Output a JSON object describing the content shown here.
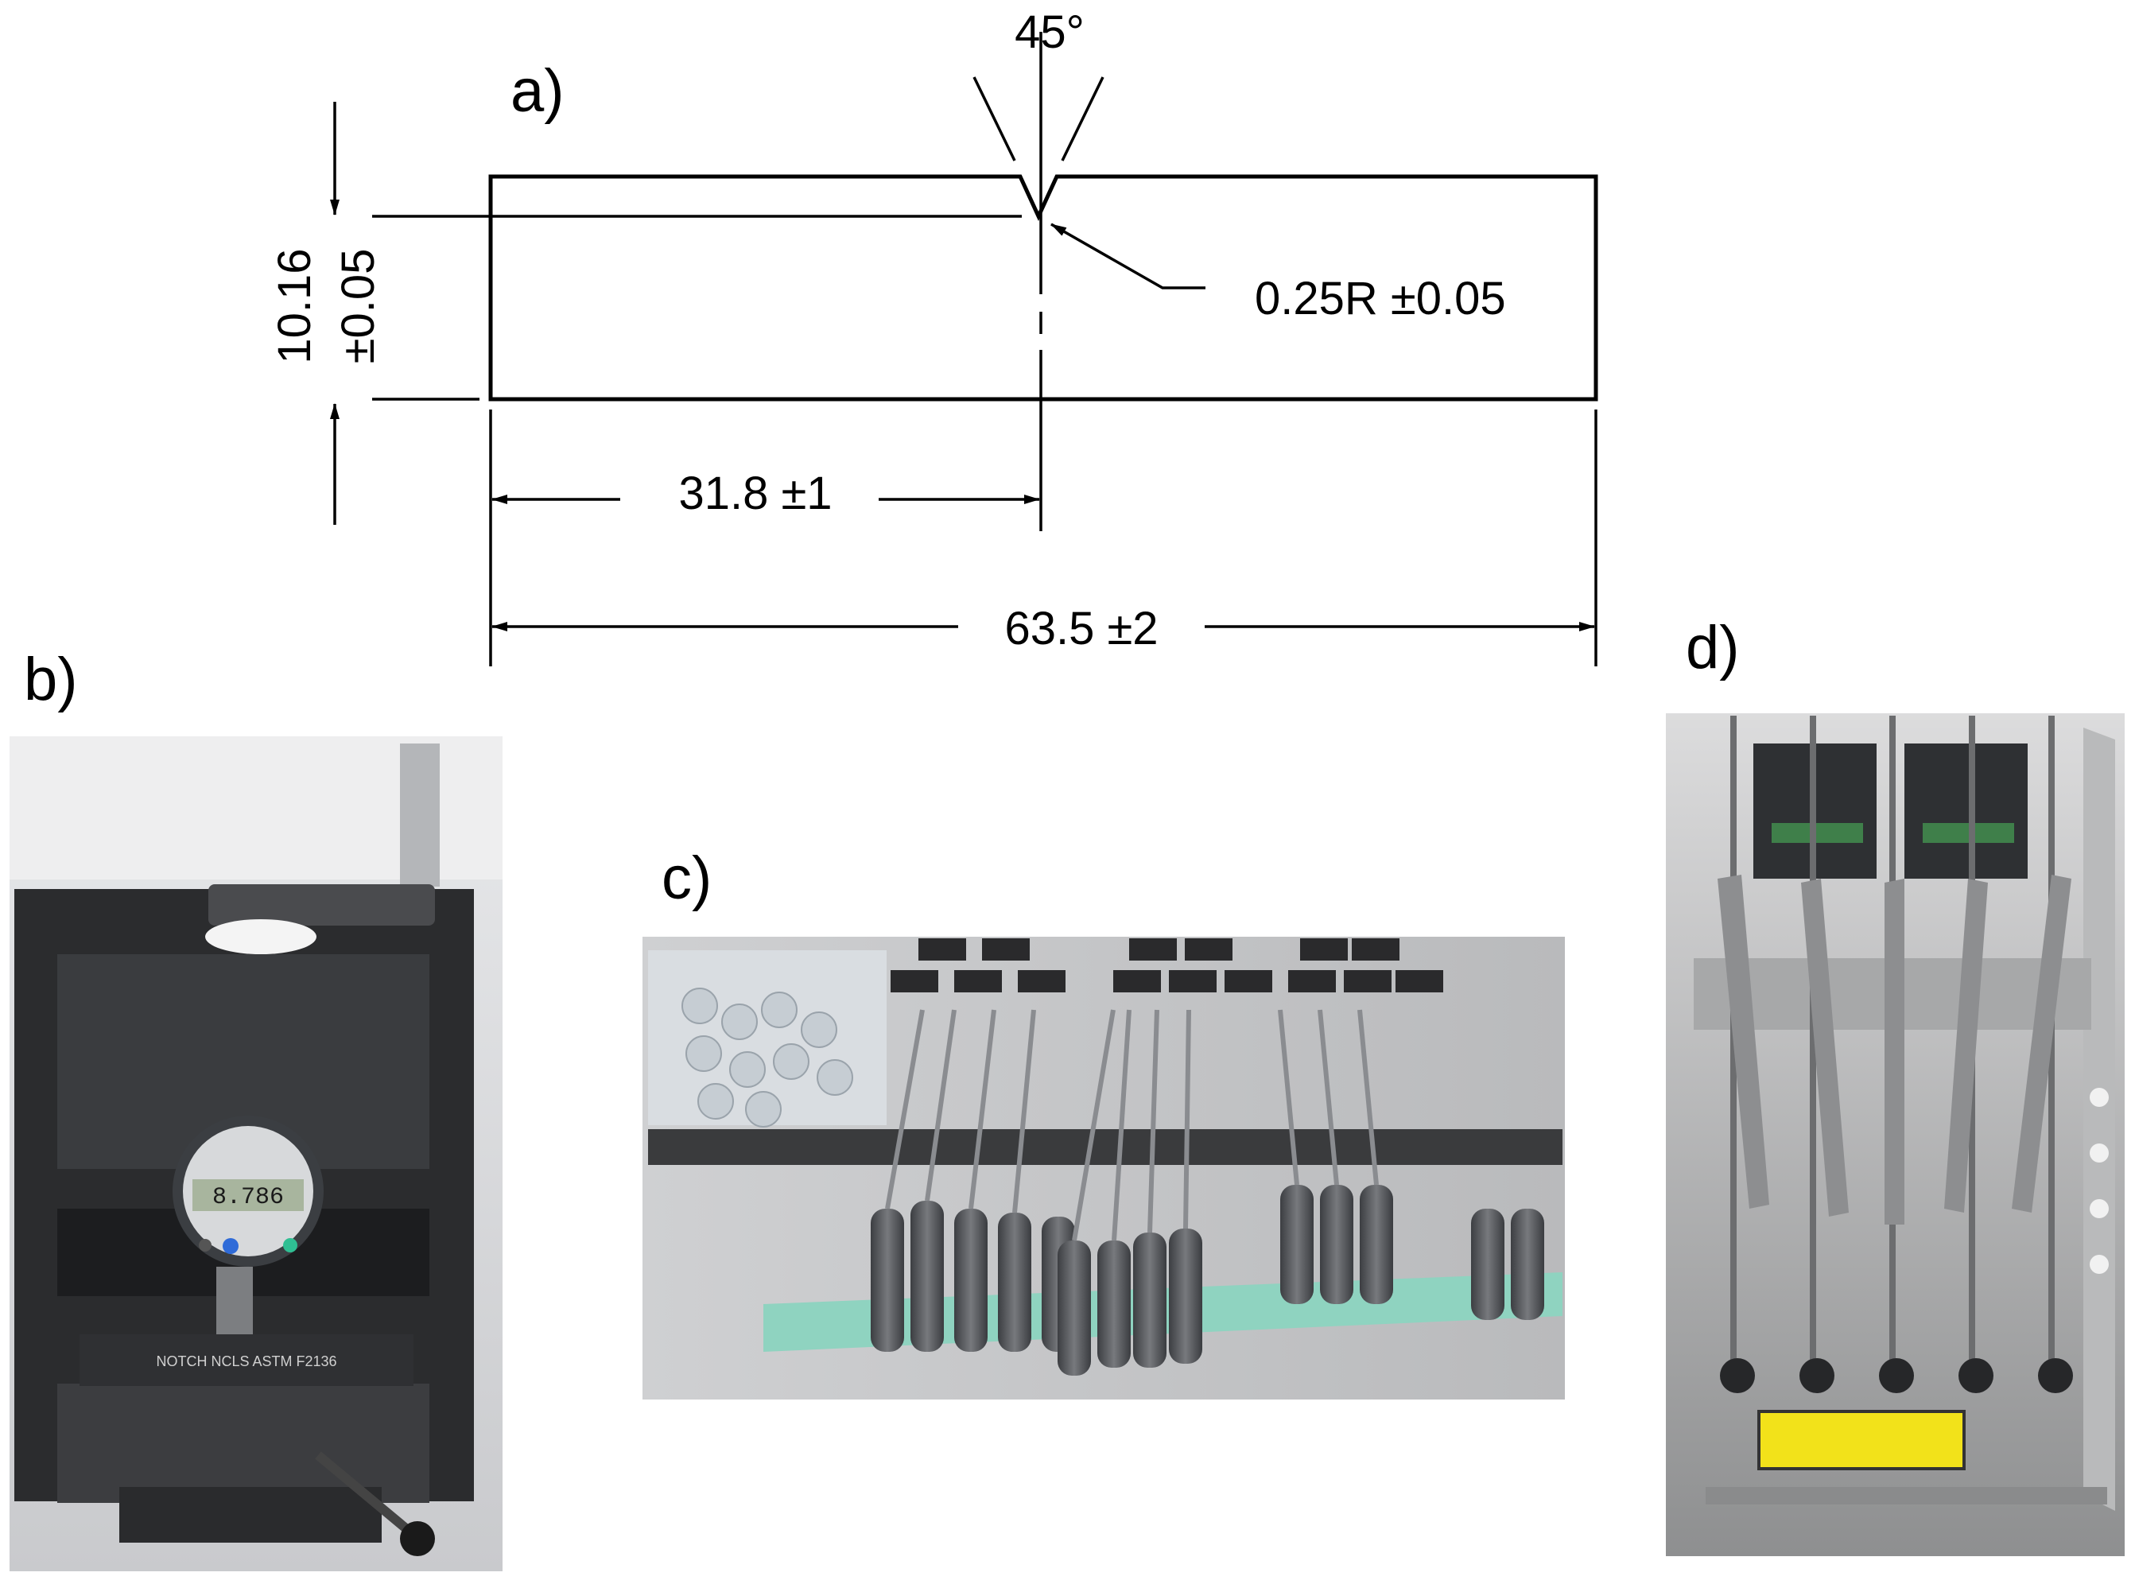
{
  "panels": {
    "a": {
      "label": "a)",
      "angle": "45°",
      "notch_radius": "0.25R ±0.05",
      "height_value": "10.16",
      "height_tol": "±0.05",
      "notch_position": "31.8 ±1",
      "length": "63.5 ±2"
    },
    "b": {
      "label": "b)",
      "gauge_reading": "8.786",
      "plate_text": "NOTCH NCLS ASTM F2136"
    },
    "c": {
      "label": "c)"
    },
    "d": {
      "label": "d)"
    }
  },
  "colors": {
    "line": "#000000",
    "rod_gray": "#5a5c60",
    "foam_green": "#8fd3c0",
    "tray_yellow": "#f2e21a"
  }
}
